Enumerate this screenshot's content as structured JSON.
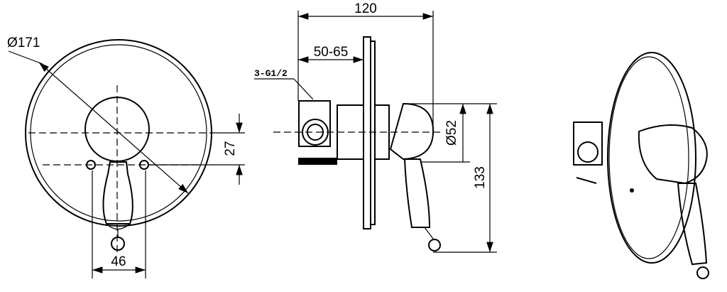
{
  "drawing": {
    "front_view": {
      "diameter_label": "Ø171",
      "offset_label": "27",
      "width_label": "46"
    },
    "side_view": {
      "depth_label": "120",
      "wall_label": "50-65",
      "thread_label": "3-G1/2",
      "hub_diameter_label": "Ø52",
      "height_label": "133"
    },
    "colors": {
      "line": "#000000",
      "background": "#ffffff"
    }
  }
}
